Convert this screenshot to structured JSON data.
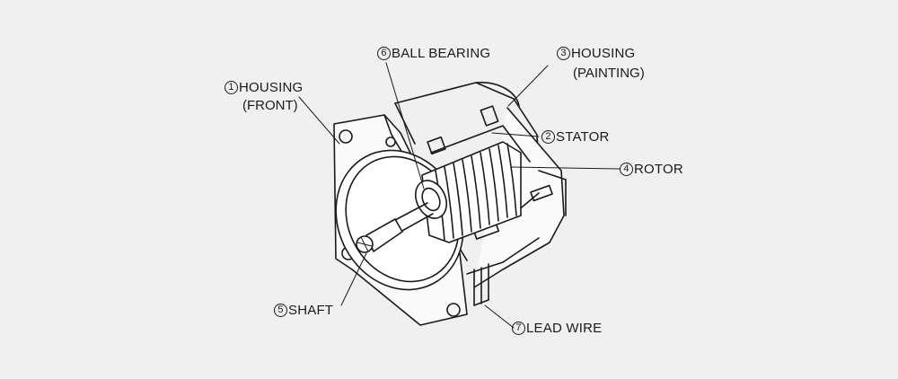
{
  "colors": {
    "background": "#f0f0f0",
    "line": "#1a1a1a"
  },
  "labels": {
    "housing_front": {
      "num": "1",
      "line1": "HOUSING",
      "line2": "(FRONT)"
    },
    "stator": {
      "num": "2",
      "line1": "STATOR"
    },
    "housing_painting": {
      "num": "3",
      "line1": "HOUSING",
      "line2": "(PAINTING)"
    },
    "rotor": {
      "num": "4",
      "line1": "ROTOR"
    },
    "shaft": {
      "num": "5",
      "line1": "SHAFT"
    },
    "ball_bearing": {
      "num": "6",
      "line1": "BALL BEARING"
    },
    "lead_wire": {
      "num": "7",
      "line1": "LEAD WIRE"
    }
  }
}
